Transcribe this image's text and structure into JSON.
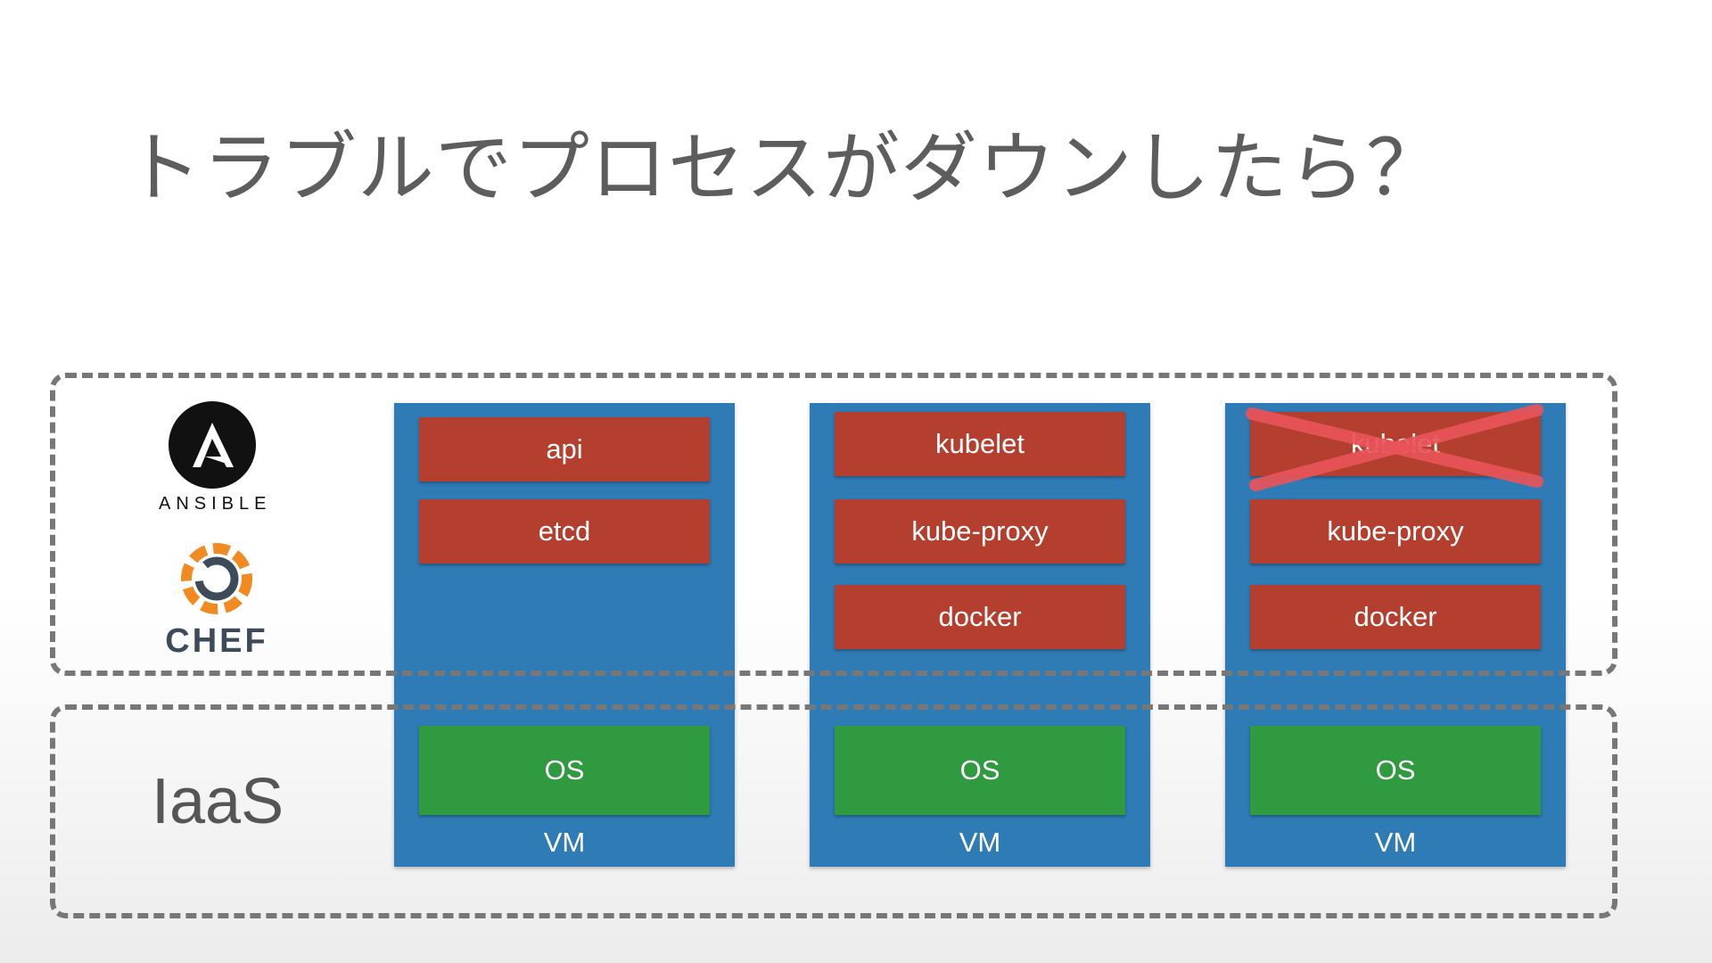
{
  "title": "トラブルでプロセスがダウンしたら？",
  "logos": {
    "ansible": "ANSIBLE",
    "chef": "CHEF"
  },
  "iaas_label": "IaaS",
  "vms": [
    {
      "label": "VM",
      "processes": [
        "api",
        "etcd"
      ],
      "os": "OS"
    },
    {
      "label": "VM",
      "processes": [
        "kubelet",
        "kube-proxy",
        "docker"
      ],
      "os": "OS"
    },
    {
      "label": "VM",
      "processes": [
        "kubelet",
        "kube-proxy",
        "docker"
      ],
      "os": "OS",
      "crossed_process": "kubelet"
    }
  ],
  "colors": {
    "vm": "#2f7bb6",
    "process": "#b53f2e",
    "os": "#2f9a3f",
    "cross": "#e8545a"
  }
}
